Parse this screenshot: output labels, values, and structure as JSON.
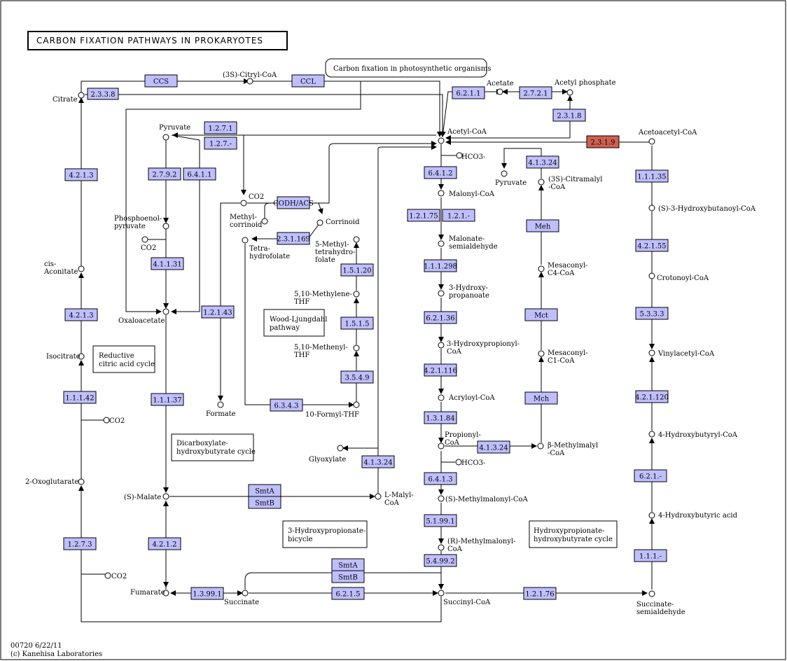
{
  "title": "CARBON FIXATION PATHWAYS IN PROKARYOTES",
  "footer": {
    "line1": "00720 6/22/11",
    "line2": "(c) Kanehisa Laboratories"
  },
  "colors": {
    "enzyme_fill": "#bfbfff",
    "highlight_fill": "#d0604e",
    "line": "#000000"
  },
  "maps": {
    "photo": "Carbon fixation in photosynthetic organisms",
    "reductive_1": "Reductive",
    "reductive_2": "citric acid cycle",
    "wood_1": "Wood-Ljungdahl",
    "wood_2": "pathway",
    "dicarb_1": "Dicarboxylate-",
    "dicarb_2": "hydroxybutyrate cycle",
    "hpb_1": "3-Hydroxypropionate-",
    "hpb_2": "bicycle",
    "hph_1": "Hydroxypropionate-",
    "hph_2": "hydroxybutyrate cycle"
  },
  "enzymes": {
    "ccs": "CCS",
    "ccl": "CCL",
    "e2338": "2.3.3.8",
    "e4213a": "4.2.1.3",
    "e4213b": "4.2.1.3",
    "e11142": "1.1.1.42",
    "e1273": "1.2.7.3",
    "e1271": "1.2.7.1",
    "e127x": "1.2.7.-",
    "e2792": "2.7.9.2",
    "e6411": "6.4.1.1",
    "e41131": "4.1.1.31",
    "e11137": "1.1.1.37",
    "e4212": "4.2.1.2",
    "e13991": "1.3.99.1",
    "e6215": "6.2.1.5",
    "e12143": "1.2.1.43",
    "codhacs": "CODH/ACS",
    "e231169": "2.3.1.169",
    "e15120": "1.5.1.20",
    "e1515": "1.5.1.5",
    "e3549": "3.5.4.9",
    "e6343": "6.3.4.3",
    "e41324a": "4.1.3.24",
    "smta1": "SmtA",
    "smtb1": "SmtB",
    "smta2": "SmtA",
    "smtb2": "SmtB",
    "e6211": "6.2.1.1",
    "e2721": "2.7.2.1",
    "e2318": "2.3.1.8",
    "e2319": "2.3.1.9",
    "e6412": "6.4.1.2",
    "e12175": "1.2.1.75",
    "e121x": "1.2.1.-",
    "e11298": "1.1.1.298",
    "e62136": "6.2.1.36",
    "e421116": "4.2.1.116",
    "e13184": "1.3.1.84",
    "e41324b": "4.1.3.24",
    "e6413": "6.4.1.3",
    "e51991": "5.1.99.1",
    "e54992": "5.4.99.2",
    "e12176": "1.2.1.76",
    "e41324c": "4.1.3.24",
    "meh": "Meh",
    "mct": "Mct",
    "mch": "Mch",
    "e11135": "1.1.1.35",
    "e42155": "4.2.1.55",
    "e5333": "5.3.3.3",
    "e421120": "4.2.1.120",
    "e621x": "6.2.1.-",
    "e111x": "1.1.1.-"
  },
  "compounds": {
    "citrate": "Citrate",
    "citryl": "(3S)-Citryl-CoA",
    "cisacon1": "cis-",
    "cisacon2": "Aconitate",
    "isocitrate": "Isocitrate",
    "co2_a": "CO2",
    "oxoglut": "2-Oxoglutarate",
    "co2_b": "CO2",
    "pyruvate": "Pyruvate",
    "pep1": "Phosphoenol-",
    "pep2": "pyruvate",
    "co2_c": "CO2",
    "oxaloacetate": "Oxaloacetate",
    "malate": "(S)-Malate",
    "fumarate": "Fumarate",
    "succinate": "Succinate",
    "co2_d": "CO2",
    "methylcorr1": "Methyl-",
    "methylcorr2": "corrinoid",
    "corrinoid": "Corrinoid",
    "thf1": "Tetra-",
    "thf2": "hydrofolate",
    "mthf1": "5-Methyl-",
    "mthf2": "tetrahydro-",
    "mthf3": "folate",
    "methylene1": "5,10-Methylene-",
    "methylene2": "THF",
    "methenyl1": "5,10-Methenyl-",
    "methenyl2": "THF",
    "formate": "Formate",
    "formylthf": "10-Formyl-THF",
    "glyoxylate": "Glyoxylate",
    "lmalyl1": "L-Malyl-",
    "lmalyl2": "CoA",
    "acetylcoa": "Acetyl-CoA",
    "acetate": "Acetate",
    "acetylp": "Acetyl phosphate",
    "hco3_a": "HCO3-",
    "pyruvate2": "Pyruvate",
    "malonylcoa": "Malonyl-CoA",
    "malsa1": "Malonate-",
    "malsa2": "semialdehyde",
    "hp1": "3-Hydroxy-",
    "hp2": "propanoate",
    "hpcoa1": "3-Hydroxypropionyl-",
    "hpcoa2": "CoA",
    "acryloyl": "Acryloyl-CoA",
    "propionyl1": "Propionyl-",
    "propionyl2": "CoA",
    "hco3_b": "HCO3-",
    "smm": "(S)-Methylmalonyl-CoA",
    "rmm1": "(R)-Methylmalonyl-",
    "rmm2": "CoA",
    "succinylcoa": "Succinyl-CoA",
    "citramalyl1": "(3S)-Citramalyl",
    "citramalyl2": "-CoA",
    "mesc4_1": "Mesaconyl-",
    "mesc4_2": "C4-CoA",
    "mesc1_1": "Mesaconyl-",
    "mesc1_2": "C1-CoA",
    "bmm1": "β-Methylmalyl",
    "bmm2": "-CoA",
    "acetoacetyl": "Acetoacetyl-CoA",
    "shb": "(S)-3-Hydroxybutanoyl-CoA",
    "crotonyl": "Crotonoyl-CoA",
    "vinylacetyl": "Vinylacetyl-CoA",
    "hbcoa": "4-Hydroxybutyryl-CoA",
    "hba": "4-Hydroxybutyric acid",
    "ssa1": "Succinate-",
    "ssa2": "semialdehyde"
  }
}
